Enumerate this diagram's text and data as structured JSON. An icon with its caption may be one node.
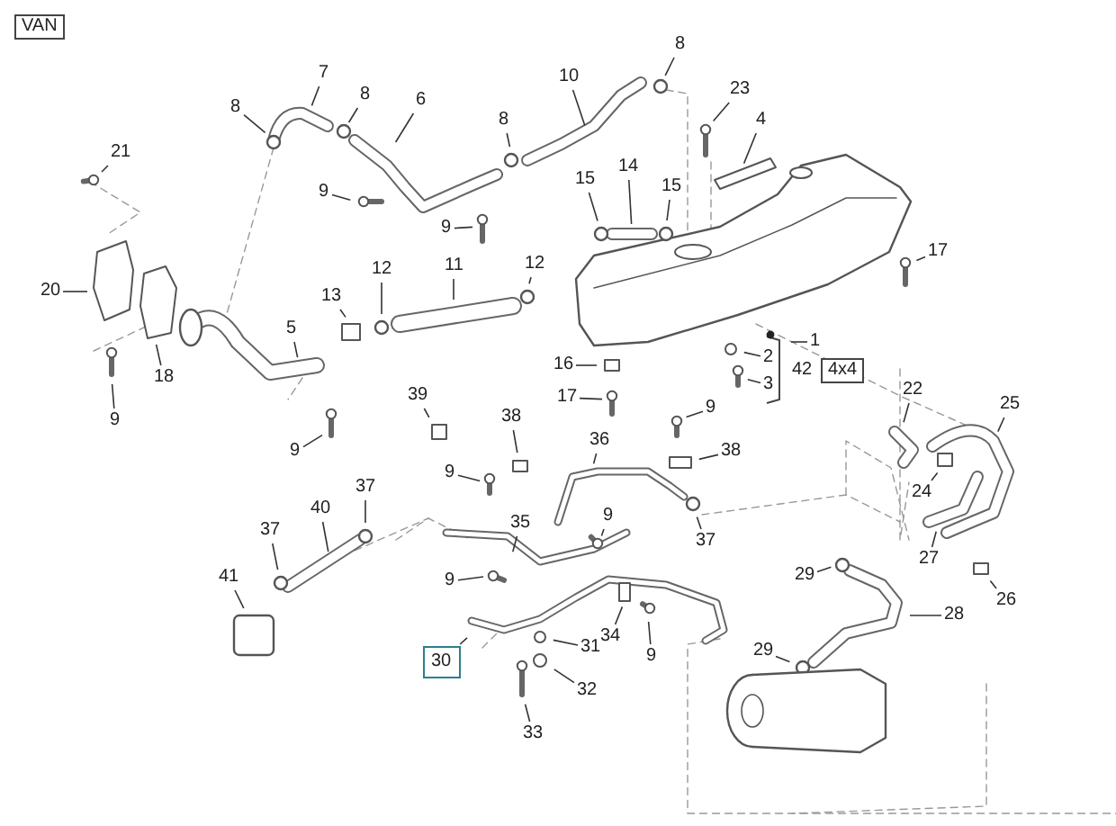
{
  "diagram": {
    "nodes": [
      {
        "text": [
          "7"
        ]
      },
      {
        "text": [
          "8"
        ]
      },
      {
        "text": [
          "8"
        ]
      },
      {
        "text": [
          "6"
        ]
      },
      {
        "text": [
          "8"
        ]
      },
      {
        "text": [
          "10"
        ]
      },
      {
        "text": [
          "8"
        ]
      },
      {
        "text": [
          "23"
        ]
      },
      {
        "text": [
          "4"
        ]
      },
      {
        "text": [
          "21"
        ]
      },
      {
        "text": [
          "9"
        ]
      },
      {
        "text": [
          "9"
        ]
      },
      {
        "text": [
          "15"
        ]
      },
      {
        "text": [
          "14"
        ]
      },
      {
        "text": [
          "15"
        ]
      },
      {
        "text": [
          "17"
        ]
      },
      {
        "text": [
          "20"
        ]
      },
      {
        "text": [
          "13"
        ]
      },
      {
        "text": [
          "12"
        ]
      },
      {
        "text": [
          "11"
        ]
      },
      {
        "text": [
          "12"
        ]
      },
      {
        "text": [
          "5"
        ]
      },
      {
        "text": [
          "18"
        ]
      },
      {
        "text": [
          "1"
        ]
      },
      {
        "text": [
          "2"
        ]
      },
      {
        "text": [
          "3"
        ]
      },
      {
        "text": [
          "16"
        ]
      },
      {
        "text": [
          "17"
        ]
      },
      {
        "text": [
          "9"
        ]
      },
      {
        "text": [
          "9"
        ]
      },
      {
        "text": [
          "39"
        ]
      },
      {
        "text": [
          "38"
        ]
      },
      {
        "text": [
          "22"
        ]
      },
      {
        "text": [
          "25"
        ]
      },
      {
        "text": [
          "9"
        ]
      },
      {
        "text": [
          "38"
        ]
      },
      {
        "text": [
          "36"
        ]
      },
      {
        "text": [
          "9"
        ]
      },
      {
        "text": [
          "24"
        ]
      },
      {
        "text": [
          "37"
        ]
      },
      {
        "text": [
          "37"
        ]
      },
      {
        "text": [
          "40"
        ]
      },
      {
        "text": [
          "35"
        ]
      },
      {
        "text": [
          "9"
        ]
      },
      {
        "text": [
          "37"
        ]
      },
      {
        "text": [
          "27"
        ]
      },
      {
        "text": [
          "41"
        ]
      },
      {
        "text": [
          "9"
        ]
      },
      {
        "text": [
          "34"
        ]
      },
      {
        "text": [
          "26"
        ]
      },
      {
        "text": [
          "9"
        ]
      },
      {
        "text": [
          "30"
        ]
      },
      {
        "text": [
          "31"
        ]
      },
      {
        "text": [
          "32"
        ]
      },
      {
        "text": [
          "29"
        ]
      },
      {
        "text": [
          "28"
        ]
      },
      {
        "text": [
          "29"
        ]
      },
      {
        "text": [
          "33"
        ]
      }
    ],
    "edges": [
      {
        "from": 0,
        "to": null,
        "arrow": "none"
      },
      {
        "from": 1,
        "to": null,
        "arrow": "none"
      },
      {
        "from": 2,
        "to": null,
        "arrow": "none"
      },
      {
        "from": 3,
        "to": null,
        "arrow": "none"
      },
      {
        "from": 4,
        "to": null,
        "arrow": "none"
      },
      {
        "from": 5,
        "to": null,
        "arrow": "none"
      },
      {
        "from": 6,
        "to": null,
        "arrow": "none"
      },
      {
        "from": 7,
        "to": null,
        "arrow": "none"
      },
      {
        "from": 8,
        "to": null,
        "arrow": "none"
      },
      {
        "from": 9,
        "to": null,
        "arrow": "none"
      },
      {
        "from": 10,
        "to": null,
        "arrow": "none"
      },
      {
        "from": 11,
        "to": null,
        "arrow": "none"
      },
      {
        "from": 12,
        "to": null,
        "arrow": "none"
      },
      {
        "from": 13,
        "to": null,
        "arrow": "none"
      },
      {
        "from": 14,
        "to": null,
        "arrow": "none"
      },
      {
        "from": 15,
        "to": null,
        "arrow": "none"
      },
      {
        "from": 16,
        "to": null,
        "arrow": "none"
      },
      {
        "from": 17,
        "to": null,
        "arrow": "none"
      },
      {
        "from": 18,
        "to": null,
        "arrow": "none"
      },
      {
        "from": 19,
        "to": null,
        "arrow": "none"
      },
      {
        "from": 20,
        "to": null,
        "arrow": "none"
      },
      {
        "from": 21,
        "to": null,
        "arrow": "none"
      },
      {
        "from": 22,
        "to": null,
        "arrow": "none"
      },
      {
        "from": 23,
        "to": null,
        "arrow": "none"
      },
      {
        "from": 24,
        "to": null,
        "arrow": "none"
      },
      {
        "from": 25,
        "to": null,
        "arrow": "none"
      },
      {
        "from": 26,
        "to": null,
        "arrow": "none"
      },
      {
        "from": 27,
        "to": null,
        "arrow": "none"
      },
      {
        "from": 28,
        "to": null,
        "arrow": "none"
      },
      {
        "from": 29,
        "to": null,
        "arrow": "none"
      },
      {
        "from": 30,
        "to": null,
        "arrow": "none"
      },
      {
        "from": 31,
        "to": null,
        "arrow": "none"
      },
      {
        "from": 32,
        "to": null,
        "arrow": "none"
      },
      {
        "from": 33,
        "to": null,
        "arrow": "none"
      },
      {
        "from": 34,
        "to": null,
        "arrow": "none"
      },
      {
        "from": 35,
        "to": null,
        "arrow": "none"
      },
      {
        "from": 36,
        "to": null,
        "arrow": "none"
      },
      {
        "from": 37,
        "to": null,
        "arrow": "none"
      },
      {
        "from": 38,
        "to": null,
        "arrow": "none"
      },
      {
        "from": 39,
        "to": null,
        "arrow": "none"
      },
      {
        "from": 40,
        "to": null,
        "arrow": "none"
      },
      {
        "from": 41,
        "to": null,
        "arrow": "none"
      },
      {
        "from": 42,
        "to": null,
        "arrow": "none"
      },
      {
        "from": 43,
        "to": null,
        "arrow": "none"
      },
      {
        "from": 44,
        "to": null,
        "arrow": "none"
      },
      {
        "from": 45,
        "to": null,
        "arrow": "none"
      },
      {
        "from": 46,
        "to": null,
        "arrow": "none"
      },
      {
        "from": 47,
        "to": null,
        "arrow": "none"
      },
      {
        "from": 48,
        "to": null,
        "arrow": "none"
      },
      {
        "from": 49,
        "to": null,
        "arrow": "none"
      },
      {
        "from": 50,
        "to": null,
        "arrow": "none"
      },
      {
        "from": 51,
        "to": null,
        "arrow": "none"
      },
      {
        "from": 52,
        "to": null,
        "arrow": "none"
      },
      {
        "from": 53,
        "to": null,
        "arrow": "none"
      },
      {
        "from": 54,
        "to": null,
        "arrow": "none"
      },
      {
        "from": 55,
        "to": null,
        "arrow": "none"
      },
      {
        "from": 56,
        "to": null,
        "arrow": "none"
      },
      {
        "from": 57,
        "to": null,
        "arrow": "none"
      }
    ],
    "labels": [
      "VAN",
      "42",
      "4x4"
    ]
  }
}
